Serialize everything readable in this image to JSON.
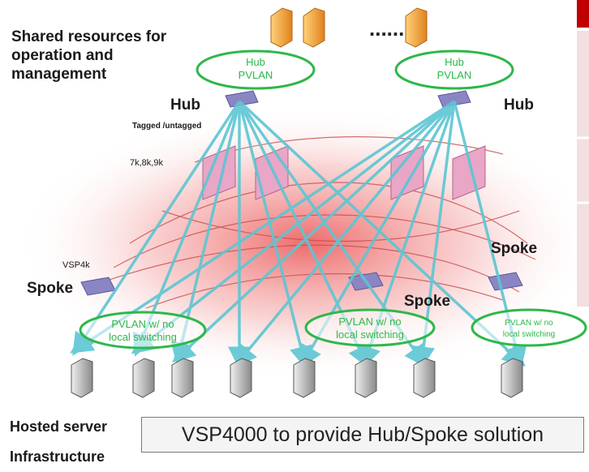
{
  "title": "Shared resources for operation and management",
  "title_lines": [
    "Shared resources for",
    "operation and",
    "management"
  ],
  "hubs": [
    {
      "label": "Hub",
      "vlan_line1": "Hub",
      "vlan_line2": "PVLAN"
    },
    {
      "label": "Hub",
      "vlan_line1": "Hub",
      "vlan_line2": "PVLAN"
    }
  ],
  "tagged_label": "Tagged /untagged",
  "core_label": "7k,8k,9k",
  "vsp_label": "VSP4k",
  "spokes": [
    {
      "label": "Spoke",
      "pvlan_line1": "PVLAN w/ no",
      "pvlan_line2": "local switching"
    },
    {
      "label": "Spoke",
      "pvlan_line1": "PVLAN w/ no",
      "pvlan_line2": "local switching"
    },
    {
      "label": "Spoke",
      "pvlan_line1": "PVLAN w/ no",
      "pvlan_line2": "local switching"
    }
  ],
  "ellipsis": "......",
  "bottom_left": [
    "Hosted server",
    "Infrastructure"
  ],
  "banner": "VSP4000 to provide Hub/Spoke solution",
  "colors": {
    "ellipse": "#2db84a",
    "link": "#5cc6d3",
    "backbone": "#c94b4b",
    "switch": "#8a86c4",
    "core": "#e9a6c6",
    "server_top": "#f7a23a",
    "server_bottom": "#9a9a9a",
    "glow": "#e83a3a",
    "sidebar_red": "#c00000"
  }
}
